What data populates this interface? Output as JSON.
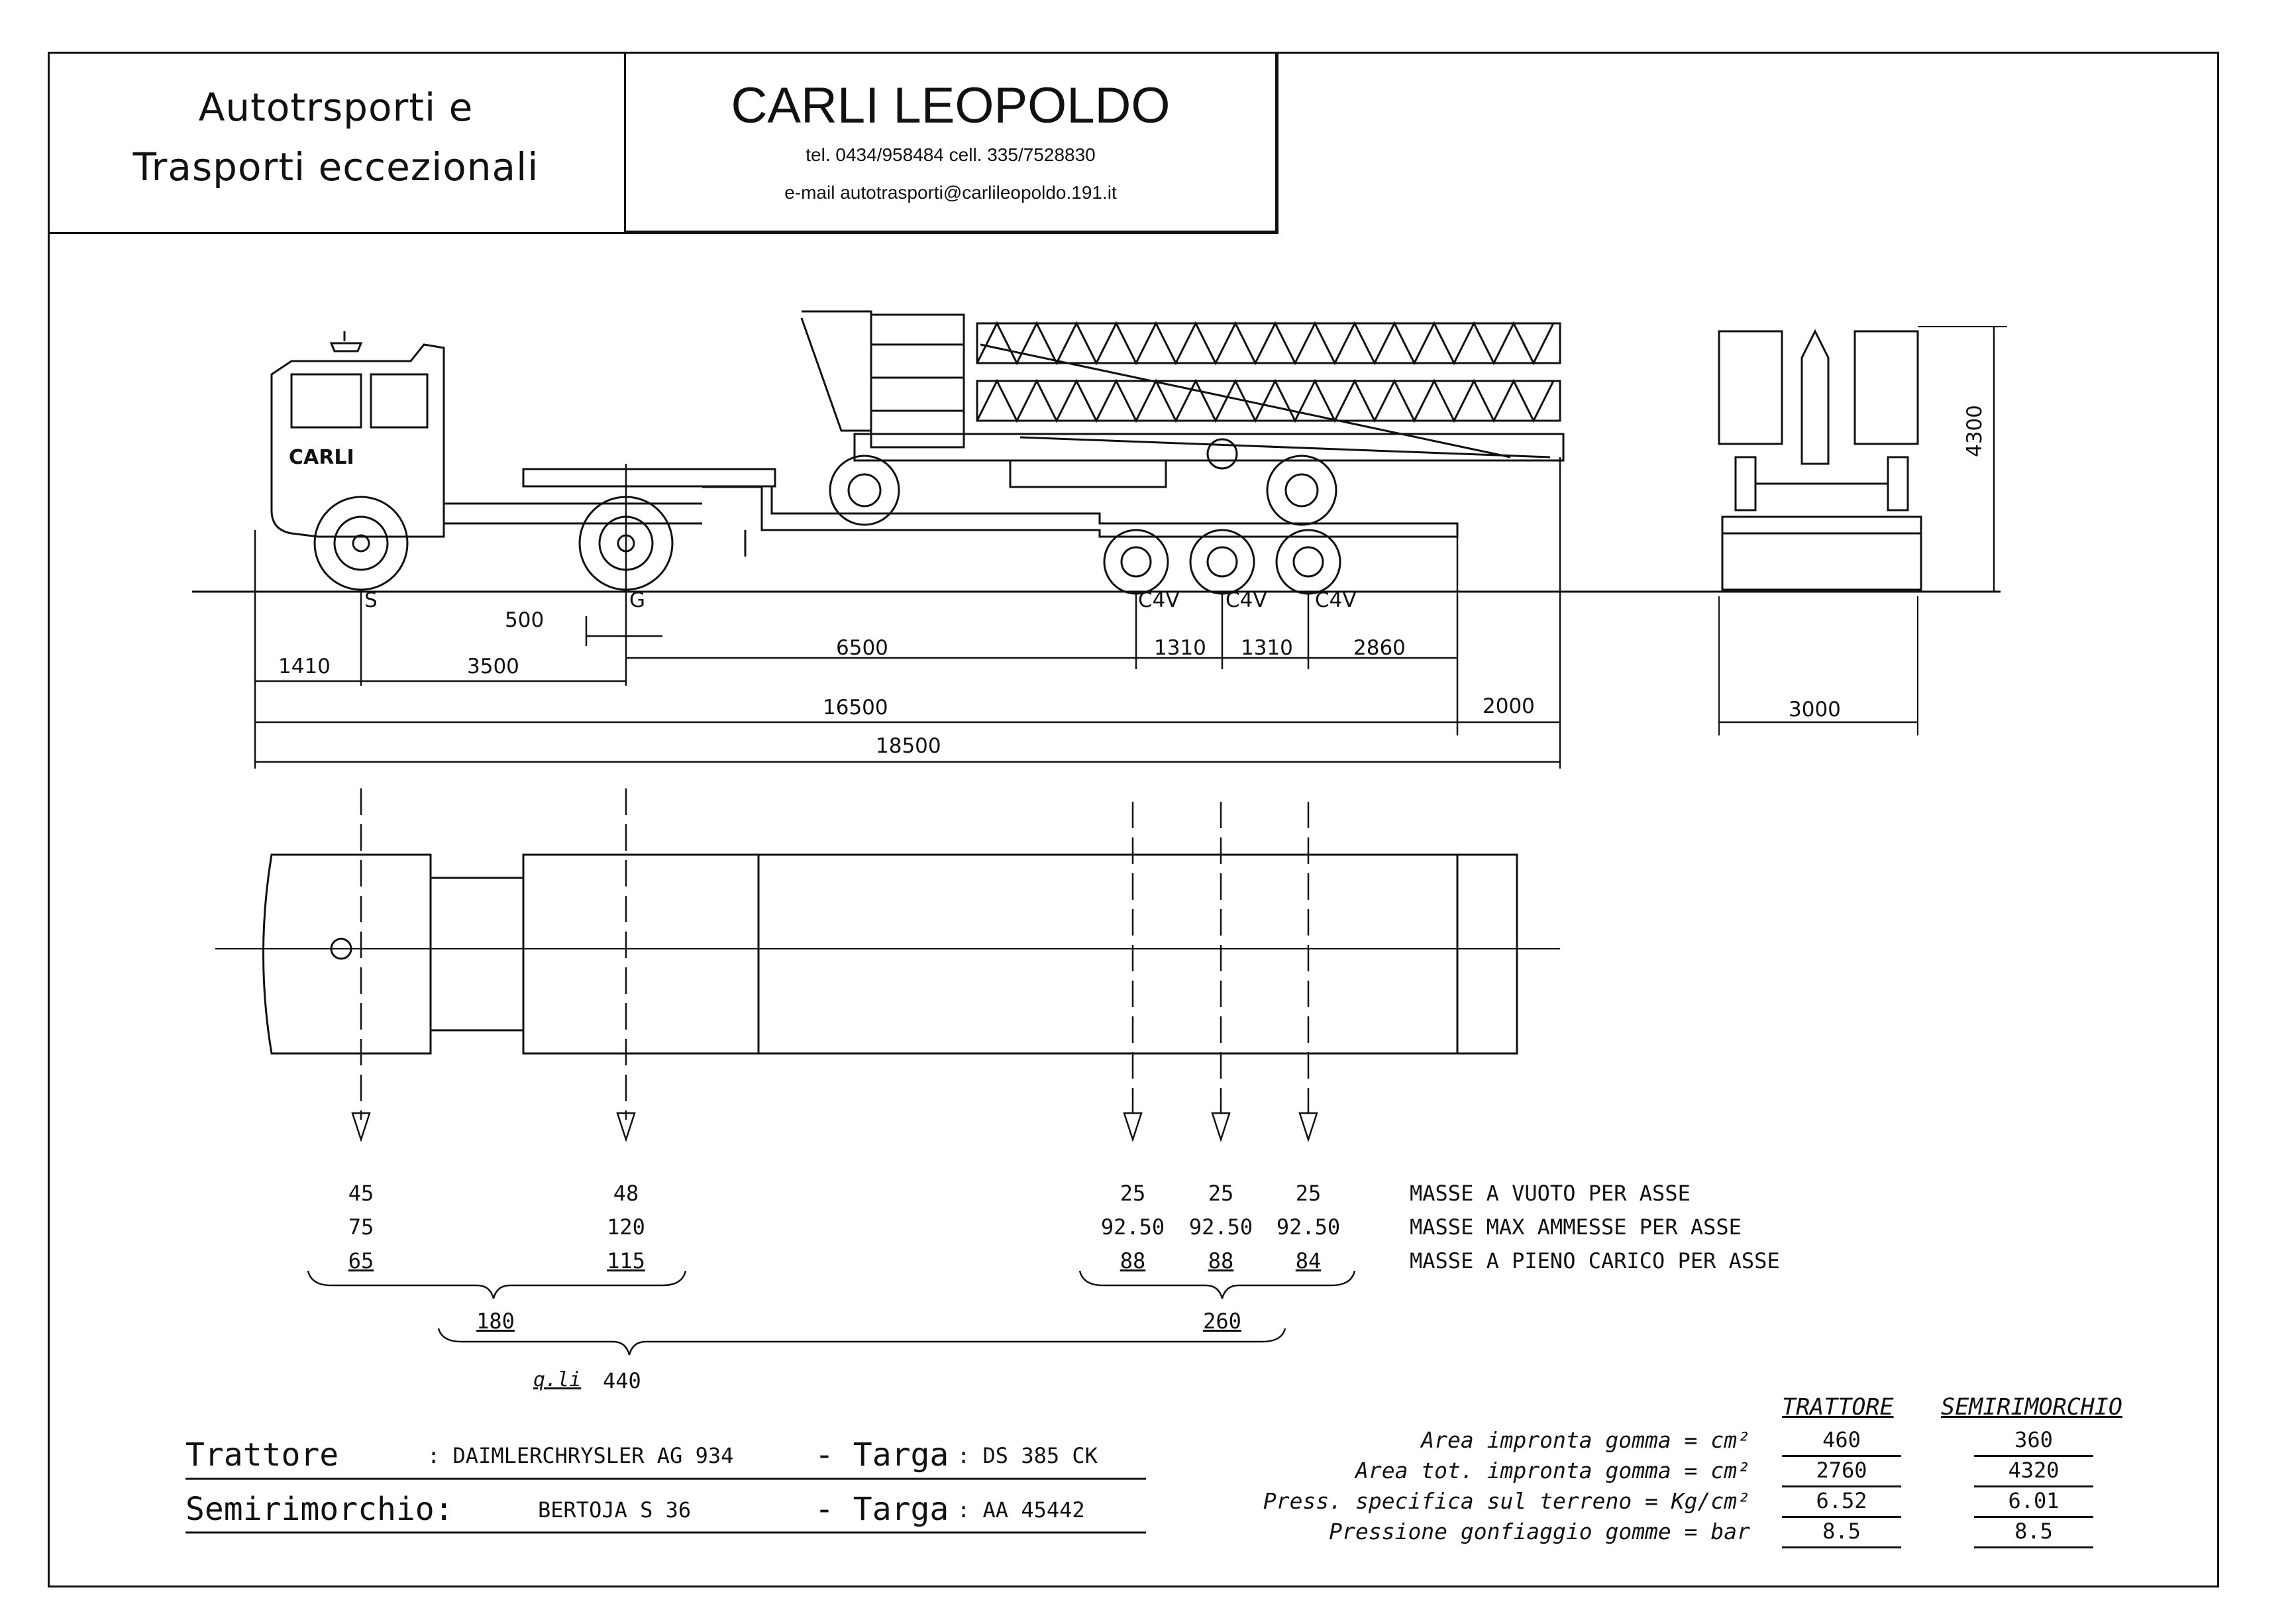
{
  "header": {
    "company_line1": "Autotrsporti  e",
    "company_line2": "Trasporti eccezionali",
    "brand": "CARLI LEOPOLDO",
    "phone_line": "tel. 0434/958484 cell. 335/7528830",
    "email_line": "e-mail  autotrasporti@carlileopoldo.191.it"
  },
  "drawing": {
    "cab_logo": "CARLI",
    "axle_labels": [
      "S",
      "G",
      "C4V",
      "C4V",
      "C4V"
    ],
    "side_dimensions": {
      "d500": "500",
      "d1410": "1410",
      "d3500": "3500",
      "d6500": "6500",
      "d1310a": "1310",
      "d1310b": "1310",
      "d2860": "2860",
      "d16500": "16500",
      "d2000": "2000",
      "d18500": "18500"
    },
    "rear_height": "4300",
    "rear_width": "3000"
  },
  "masses": {
    "labels": [
      "MASSE A VUOTO PER ASSE",
      "MASSE MAX AMMESSE PER ASSE",
      "MASSE A PIENO CARICO PER ASSE"
    ],
    "axles": [
      {
        "empty": "45",
        "max": "75",
        "full": "65"
      },
      {
        "empty": "48",
        "max": "120",
        "full": "115"
      },
      {
        "empty": "25",
        "max": "92.50",
        "full": "88"
      },
      {
        "empty": "25",
        "max": "92.50",
        "full": "88"
      },
      {
        "empty": "25",
        "max": "92.50",
        "full": "84"
      }
    ],
    "group_tractor": "180",
    "group_trailer": "260",
    "total_unit": "q.li",
    "total_value": "440"
  },
  "vehicles": {
    "tractor_label": "Trattore",
    "tractor_model": ": DAIMLERCHRYSLER AG 934",
    "plate_label": "- Targa",
    "tractor_plate": ": DS 385 CK",
    "trailer_label": "Semirimorchio:",
    "trailer_model": "BERTOJA S 36",
    "trailer_plate_label": "- Targa",
    "trailer_plate": ": AA 45442"
  },
  "tyre_table": {
    "col1": "TRATTORE",
    "col2": "SEMIRIMORCHIO",
    "rows": [
      {
        "label": "Area impronta gomma = cm²",
        "trattore": "460",
        "semirimorchio": "360"
      },
      {
        "label": "Area tot. impronta gomma = cm²",
        "trattore": "2760",
        "semirimorchio": "4320"
      },
      {
        "label": "Press. specifica sul terreno = Kg/cm²",
        "trattore": "6.52",
        "semirimorchio": "6.01"
      },
      {
        "label": "Pressione gonfiaggio gomme = bar",
        "trattore": "8.5",
        "semirimorchio": "8.5"
      }
    ]
  }
}
